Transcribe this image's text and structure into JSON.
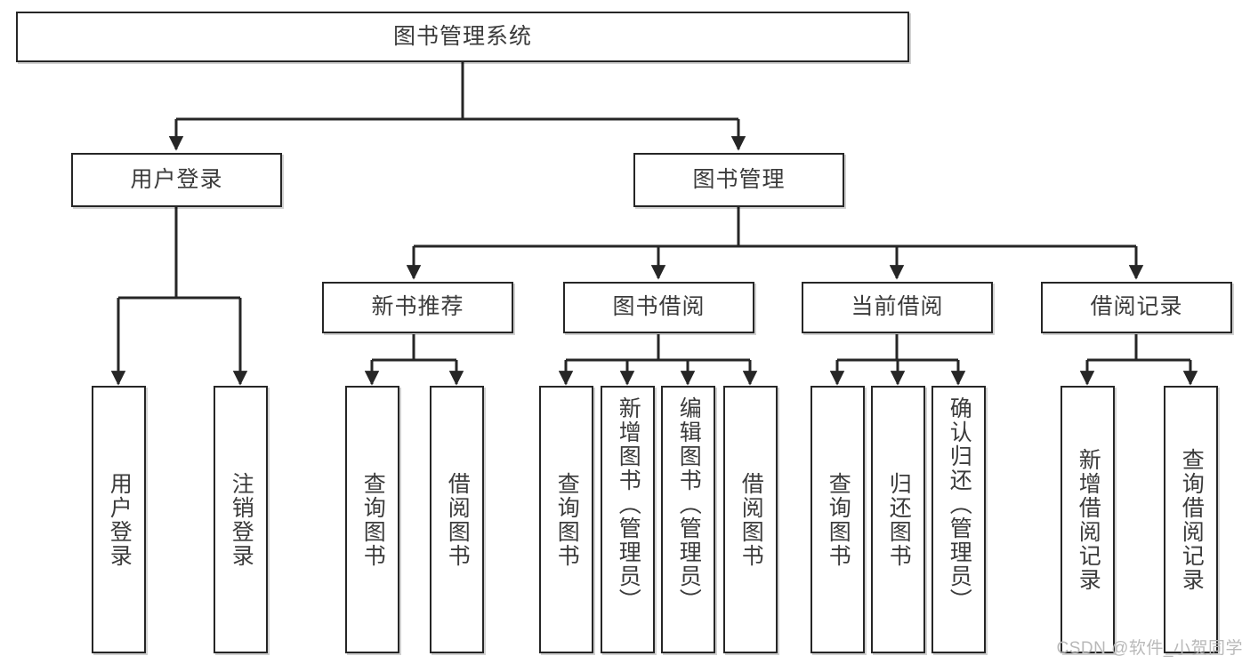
{
  "diagram": {
    "title": "图书管理系统",
    "type": "tree-hierarchy",
    "background_color": "#ffffff",
    "node_border_color": "#262626",
    "node_fill_color": "#ffffff",
    "text_color": "#3b3b3b",
    "edge_color": "#262626"
  },
  "nodes": {
    "root": {
      "label": "图书管理系统"
    },
    "level2": [
      {
        "id": "user-login",
        "label": "用户登录"
      },
      {
        "id": "book-management",
        "label": "图书管理"
      }
    ],
    "level3": [
      {
        "id": "new-book-recommend",
        "label": "新书推荐"
      },
      {
        "id": "book-borrow",
        "label": "图书借阅"
      },
      {
        "id": "current-borrow",
        "label": "当前借阅"
      },
      {
        "id": "borrow-record",
        "label": "借阅记录"
      }
    ],
    "leaves": {
      "user-login": [
        {
          "id": "user-login-leaf",
          "label": "用户登录"
        },
        {
          "id": "logout-leaf",
          "label": "注销登录"
        }
      ],
      "new-book-recommend": [
        {
          "id": "query-book-1",
          "label": "查询图书"
        },
        {
          "id": "borrow-book-1",
          "label": "借阅图书"
        }
      ],
      "book-borrow": [
        {
          "id": "query-book-2",
          "label": "查询图书"
        },
        {
          "id": "add-book",
          "label": "新增图书（管理员）"
        },
        {
          "id": "edit-book",
          "label": "编辑图书（管理员）"
        },
        {
          "id": "borrow-book-2",
          "label": "借阅图书"
        }
      ],
      "current-borrow": [
        {
          "id": "query-book-3",
          "label": "查询图书"
        },
        {
          "id": "return-book",
          "label": "归还图书"
        },
        {
          "id": "confirm-return",
          "label": "确认归还（管理员）"
        }
      ],
      "borrow-record": [
        {
          "id": "add-borrow-record",
          "label": "新增借阅记录"
        },
        {
          "id": "query-borrow-record",
          "label": "查询借阅记录"
        }
      ]
    }
  },
  "watermark": {
    "text": "CSDN @软件_小贺同学"
  }
}
